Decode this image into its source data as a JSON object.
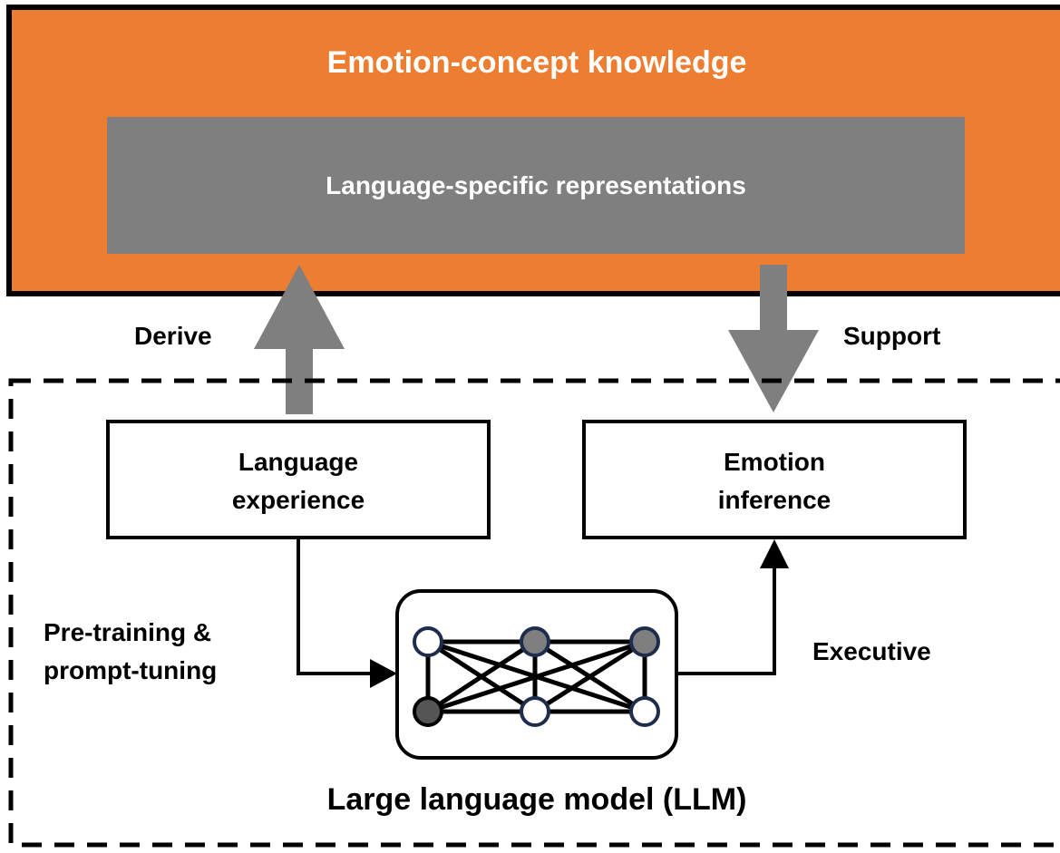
{
  "top_box": {
    "title": "Emotion-concept knowledge",
    "inner_label": "Language-specific representations",
    "fill_color": "#ED7D31",
    "inner_fill_color": "#7F7F7F"
  },
  "arrows": {
    "derive_label": "Derive",
    "support_label": "Support",
    "color": "#7F7F7F"
  },
  "boxes": {
    "language_experience": [
      "Language",
      "experience"
    ],
    "emotion_inference": [
      "Emotion",
      "inference"
    ]
  },
  "edges": {
    "pretraining_label": [
      "Pre-training &",
      "prompt-tuning"
    ],
    "executive_label": "Executive"
  },
  "llm": {
    "title": "Large language model (LLM)",
    "node_outline_color": "#1F2D4D",
    "filled_node_color": "#7F7F7F",
    "dark_node_color": "#555555",
    "empty_node_color": "#ffffff"
  }
}
